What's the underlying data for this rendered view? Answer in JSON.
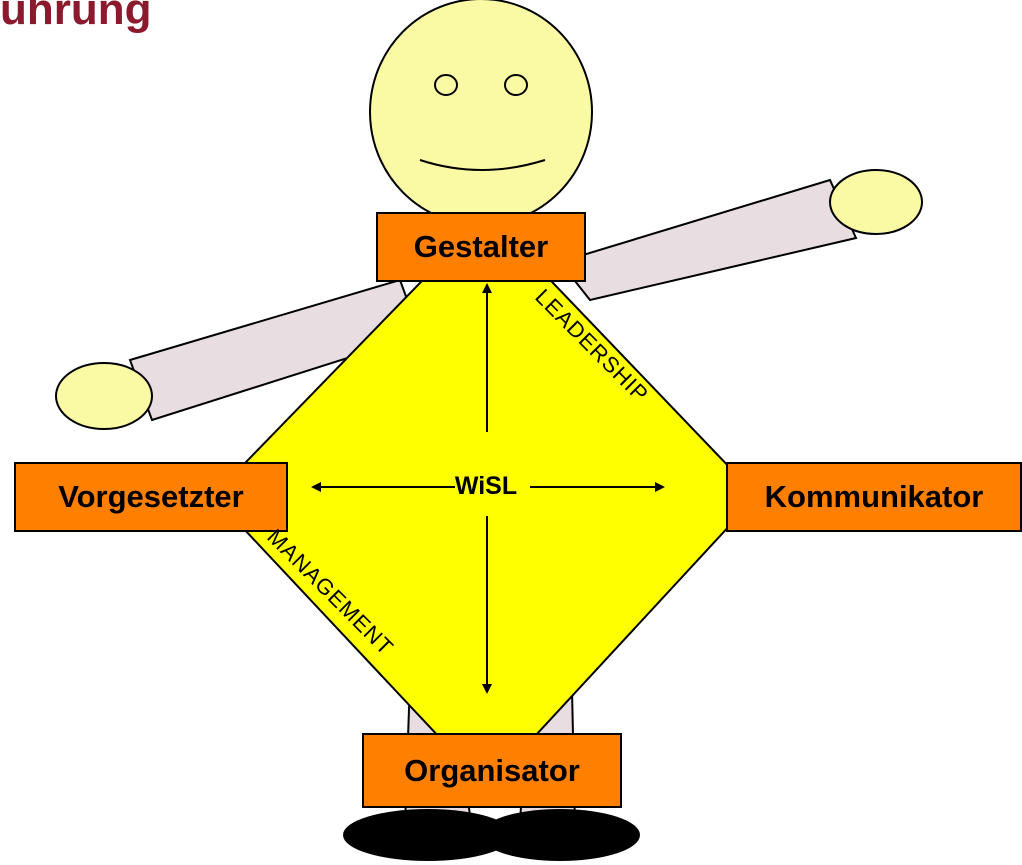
{
  "slide": {
    "title": "ührung"
  },
  "diagram": {
    "top_role": "Gestalter",
    "left_role": "Vorgesetzter",
    "right_role": "Kommunikator",
    "bottom_role": "Organisator",
    "center": "WiSL",
    "upper_edge": "LEADERSHIP",
    "lower_edge": "MANAGEMENT"
  },
  "colors": {
    "title": "#8b1a2e",
    "skin": "#fafaa5",
    "limbs": "#e8dde0",
    "body": "#ffff00",
    "boxes": "#ff7f00",
    "shoes": "#000000"
  }
}
